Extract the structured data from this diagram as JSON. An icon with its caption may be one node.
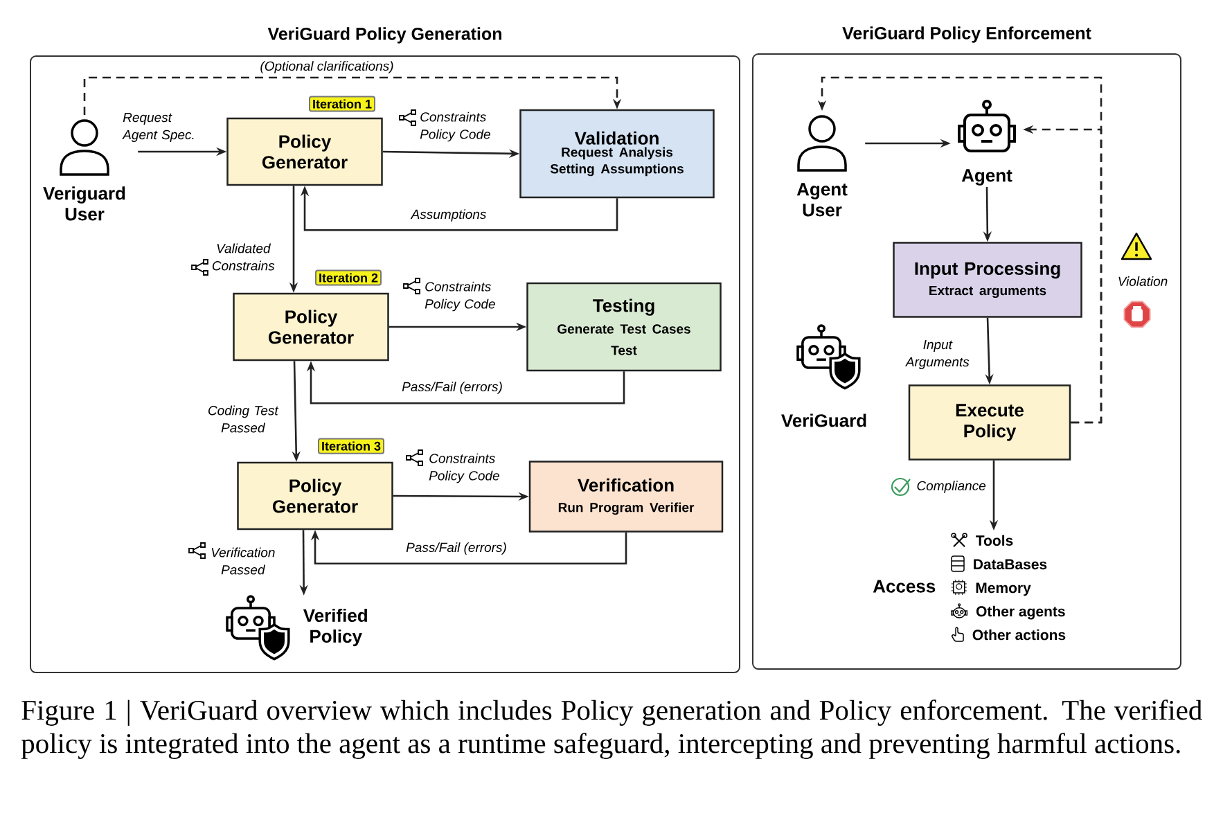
{
  "diagram": {
    "caption": "Figure 1 | VeriGuard overview which includes Policy generation and Policy enforcement. The verified policy is integrated into the agent as a runtime safeguard, intercepting and preventing harmful actions.",
    "nodes": [
      {
        "text": [
          "VeriGuard Policy Generation"
        ]
      },
      {
        "text": [
          "VeriGuard Policy Enforcement"
        ]
      },
      {
        "text": [
          "Veriguard User"
        ],
        "in": 0
      },
      {
        "text": [
          "Policy Generator"
        ],
        "beside": [
          "Iteration 1"
        ],
        "in": 0
      },
      {
        "text": [
          "Validation",
          "Request Analysis Setting Assumptions"
        ],
        "in": 0
      },
      {
        "text": [
          "Policy Generator"
        ],
        "beside": [
          "Iteration 2"
        ],
        "in": 0
      },
      {
        "text": [
          "Testing",
          "Generate Test Cases",
          "Test"
        ],
        "in": 0
      },
      {
        "text": [
          "Policy Generator"
        ],
        "beside": [
          "Iteration 3"
        ],
        "in": 0
      },
      {
        "text": [
          "Verification",
          "Run Program Verifier"
        ],
        "in": 0
      },
      {
        "text": [
          "Verified Policy"
        ],
        "in": 0
      },
      {
        "text": [
          "Agent User"
        ],
        "in": 1
      },
      {
        "text": [
          "Agent"
        ],
        "in": 1
      },
      {
        "text": [
          "Input Processing",
          "Extract arguments"
        ],
        "in": 1
      },
      {
        "text": [
          "Execute Policy"
        ],
        "in": 1
      },
      {
        "text": [
          "Access",
          "Tools",
          "DataBases",
          "Memory",
          "Other agents",
          "Other actions"
        ],
        "in": 1
      }
    ],
    "edges": [
      {
        "from": 2,
        "to": 3,
        "arrow": "to",
        "label": "Request Agent Spec."
      },
      {
        "from": 2,
        "to": 4,
        "arrow": "to",
        "label": "(Optional clarifications)",
        "style": "dashed"
      },
      {
        "from": 3,
        "to": 4,
        "arrow": "to",
        "label": "Constraints Policy Code"
      },
      {
        "from": 4,
        "to": 3,
        "arrow": "to",
        "label": "Assumptions"
      },
      {
        "from": 3,
        "to": 5,
        "arrow": "to",
        "label": "Validated Constrains"
      },
      {
        "from": 5,
        "to": 6,
        "arrow": "to",
        "label": "Constraints Policy Code"
      },
      {
        "from": 6,
        "to": 5,
        "arrow": "to",
        "label": "Pass/Fail (errors)"
      },
      {
        "from": 5,
        "to": 7,
        "arrow": "to",
        "label": "Coding Test Passed"
      },
      {
        "from": 7,
        "to": 8,
        "arrow": "to",
        "label": "Constraints Policy Code"
      },
      {
        "from": 8,
        "to": 7,
        "arrow": "to",
        "label": "Pass/Fail (errors)"
      },
      {
        "from": 7,
        "to": 9,
        "arrow": "to",
        "label": "Verification Passed"
      },
      {
        "from": 10,
        "to": 11,
        "arrow": "to"
      },
      {
        "from": 11,
        "to": 12,
        "arrow": "to"
      },
      {
        "from": 12,
        "to": 13,
        "arrow": "to",
        "label": "Input Arguments"
      },
      {
        "from": 13,
        "to": 14,
        "arrow": "to",
        "label": "Compliance"
      },
      {
        "from": 13,
        "to": 11,
        "arrow": "to",
        "label": "Violation",
        "style": "dashed"
      },
      {
        "from": 13,
        "to": 10,
        "arrow": "to",
        "style": "dashed"
      }
    ],
    "labels": [
      "VeriGuard"
    ]
  }
}
